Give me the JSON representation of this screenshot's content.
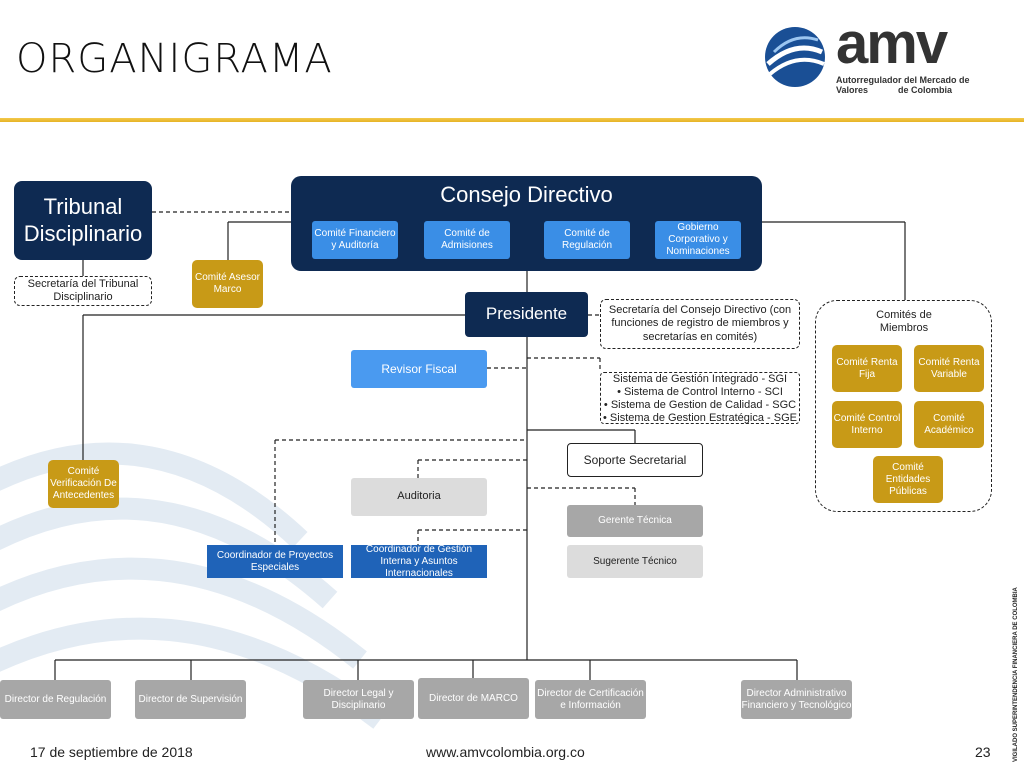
{
  "header": {
    "title": "ORGANIGRAMA",
    "logo_text": "amv",
    "logo_tagline_1": "Autorregulador del Mercado de Valores",
    "logo_tagline_2": "de Colombia"
  },
  "board": {
    "title": "Consejo Directivo",
    "committees": [
      "Comité Financiero y Auditoría",
      "Comité de Admisiones",
      "Comité de Regulación",
      "Gobierno Corporativo y Nominaciones"
    ]
  },
  "tribunal": {
    "title": "Tribunal Disciplinario",
    "secretary": "Secretaría del Tribunal Disciplinario"
  },
  "comite_asesor": "Comité Asesor Marco",
  "president": "Presidente",
  "board_secretary": "Secretaría del Consejo Directivo (con funciones de registro de miembros y secretarías en comités)",
  "systems": [
    "Sistema de Gestión Integrado - SGI",
    "• Sistema de Control Interno - SCI",
    "• Sistema de Gestion de Calidad - SGC",
    "• Sistema de Gestion Estratégica - SGE"
  ],
  "members_committees": {
    "title": "Comités de Miembros",
    "items": [
      "Comité Renta Fija",
      "Comité Renta Variable",
      "Comité Control Interno",
      "Comité Académico",
      "Comité Entidades Públicas"
    ]
  },
  "revisor": "Revisor Fiscal",
  "comite_verificacion": "Comité Verificación De Antecedentes",
  "soporte": "Soporte Secretarial",
  "auditoria": "Auditoria",
  "gerente": "Gerente Técnica",
  "subgerente": "Sugerente Técnico",
  "coord_proyectos": "Coordinador de Proyectos Especiales",
  "coord_gestion": "Coordinador de Gestión Interna y Asuntos Internacionales",
  "directors": [
    "Director de Regulación",
    "Director de Supervisión",
    "Director Legal y Disciplinario",
    "Director de MARCO",
    "Director de Certificación e Información",
    "Director Administrativo Financiero y Tecnológico"
  ],
  "footer": {
    "date": "17 de septiembre de 2018",
    "url": "www.amvcolombia.org.co",
    "page": "23"
  },
  "side_stamp": "VIGILADO SUPERINTENDENCIA FINANCIERA DE COLOMBIA",
  "colors": {
    "navy": "#0e2a52",
    "blue": "#1f63b8",
    "light_blue": "#3a8ee6",
    "gold": "#c89a17",
    "grey": "#a7a7a7",
    "accent_rule": "#e6b325"
  }
}
